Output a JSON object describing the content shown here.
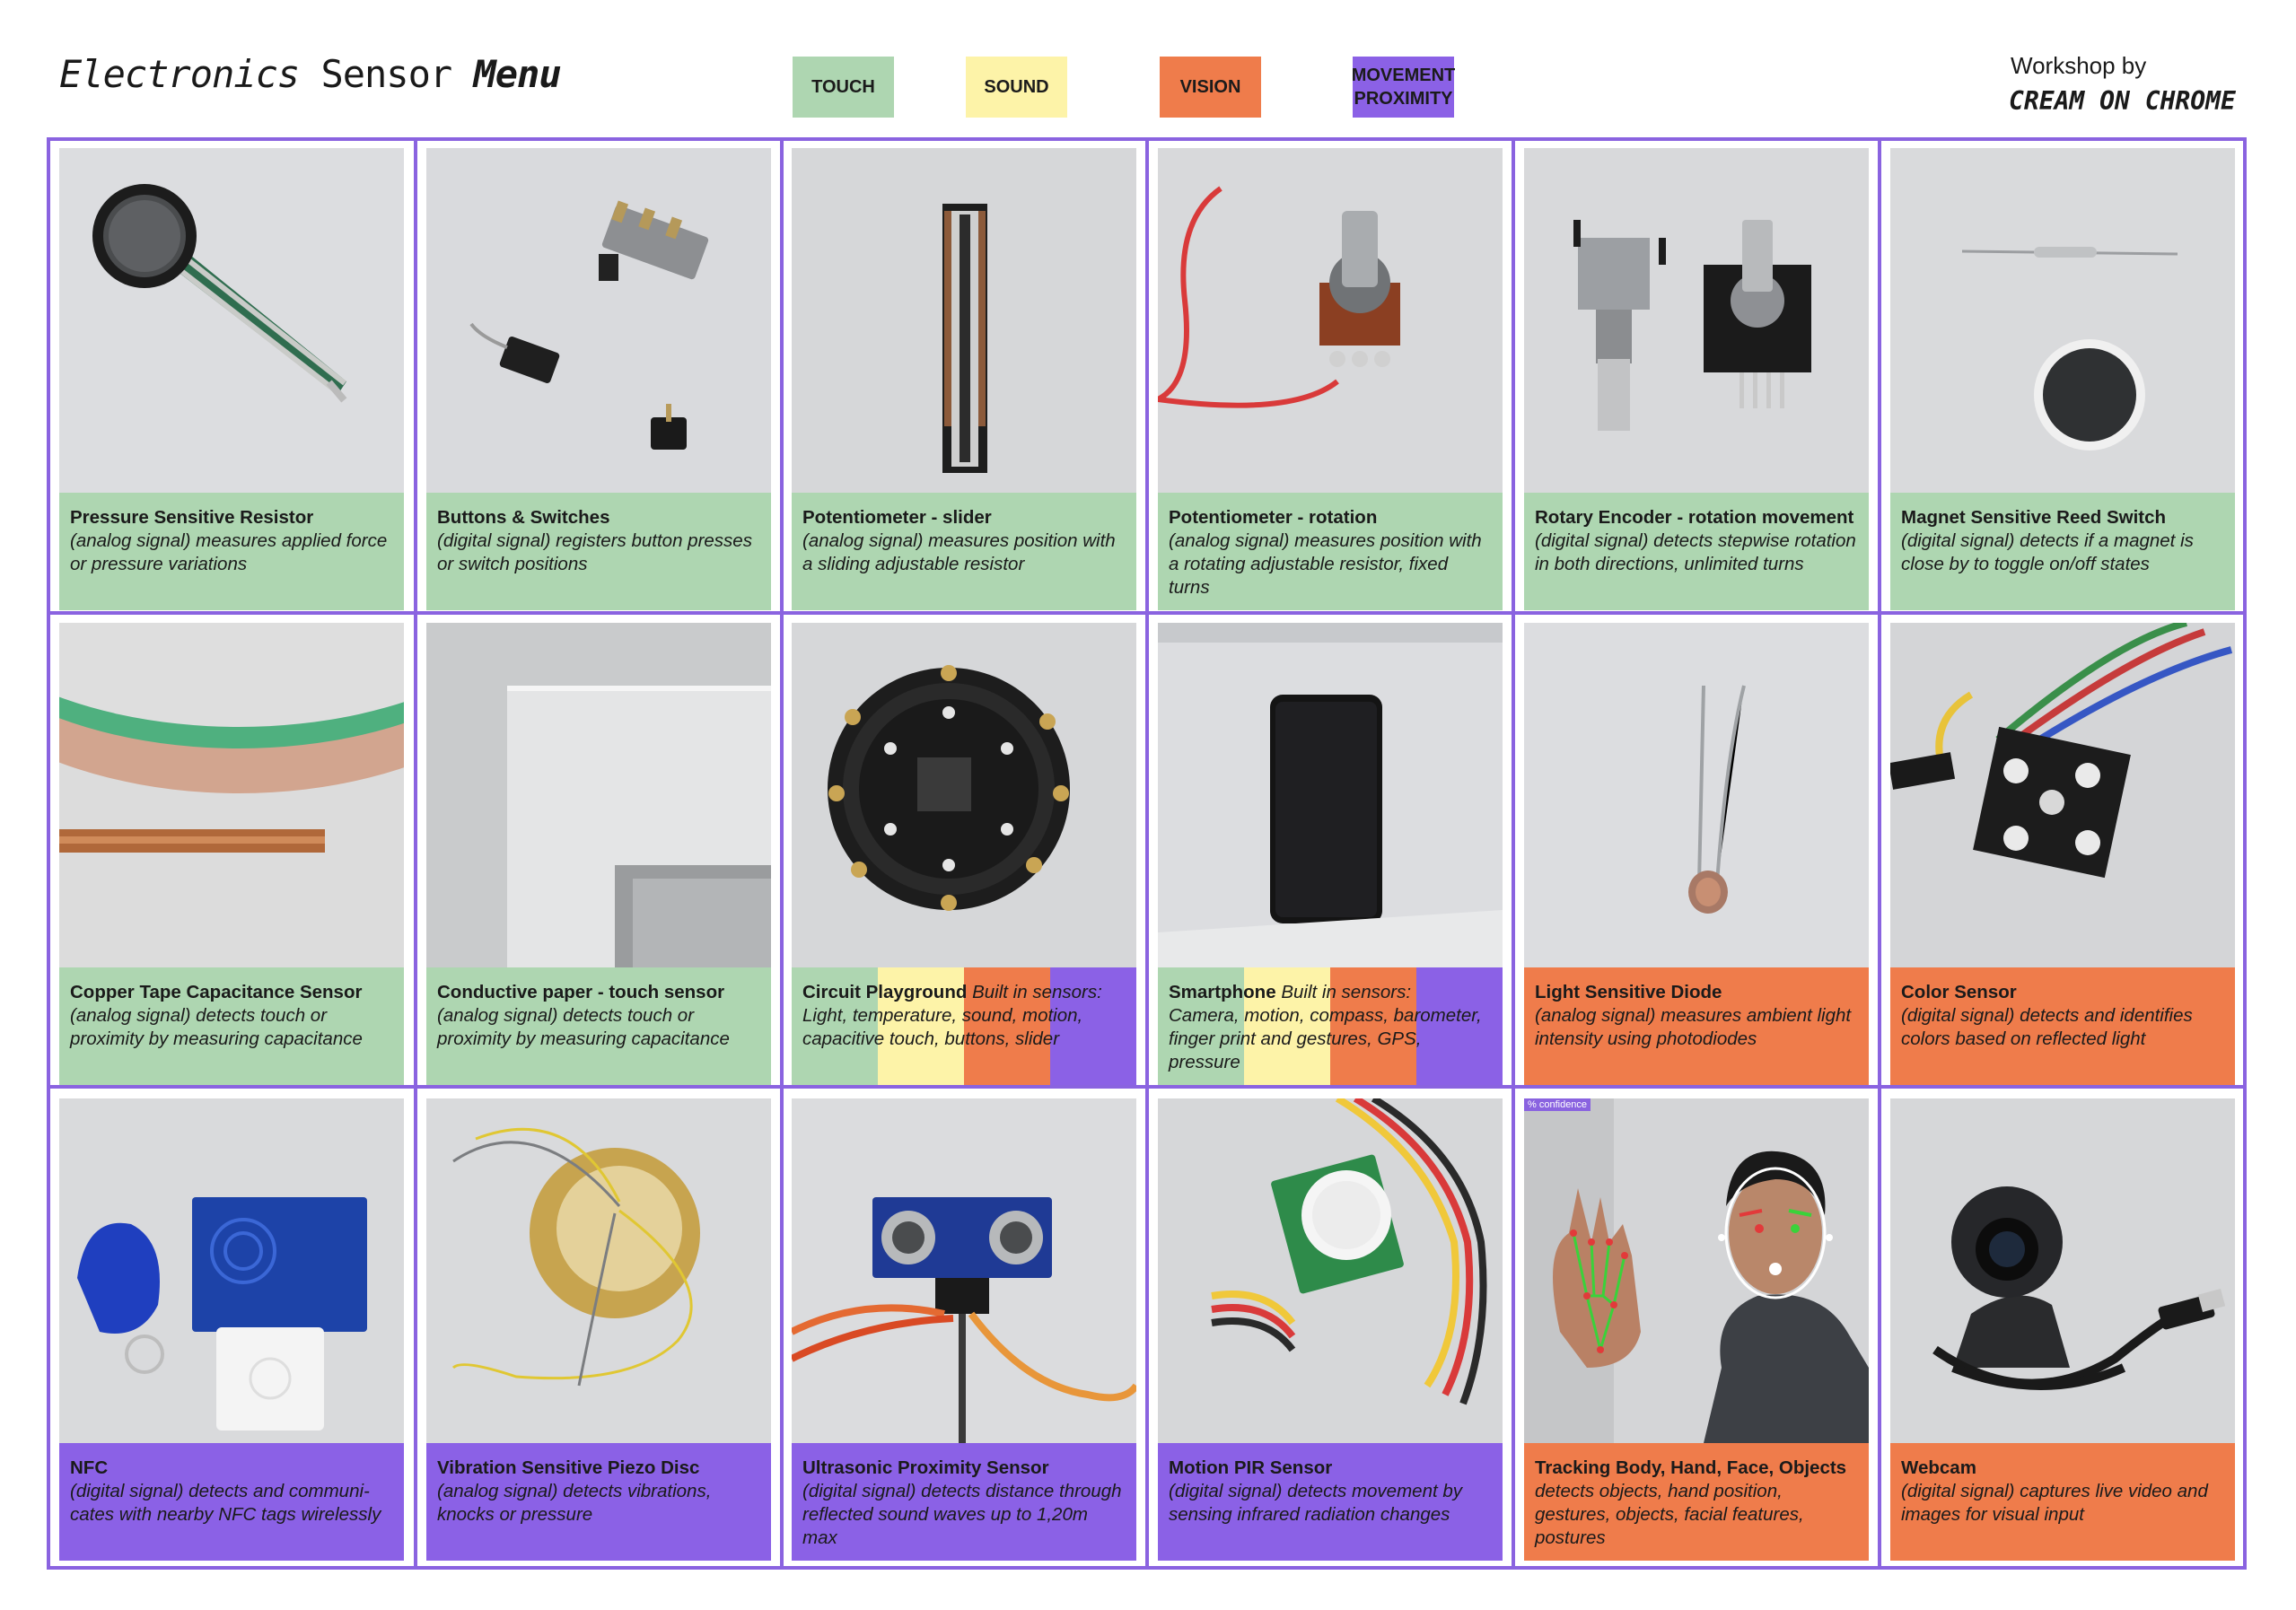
{
  "header": {
    "title_part1": "Electronics",
    "title_part2": "Sensor",
    "title_part3": "Menu",
    "credit_line1": "Workshop by",
    "credit_line2": "CREAM ON CHROME"
  },
  "legend": [
    {
      "label": "TOUCH",
      "color": "#aed6b1"
    },
    {
      "label": "SOUND",
      "color": "#fdf3a8"
    },
    {
      "label": "VISION",
      "color": "#ef7c4b"
    },
    {
      "label": "MOVEMENT\nPROXIMITY",
      "color": "#8b61e6"
    }
  ],
  "colors": {
    "touch": "#aed6b1",
    "sound": "#fdf3a8",
    "vision": "#ef7c4b",
    "movement": "#8b61e6",
    "grid": "#8a63e0"
  },
  "cards": [
    {
      "title": "Pressure Sensitive Resistor",
      "description": "(analog signal) measures applied force or pressure variations",
      "category": "touch",
      "icon": "fsr-sensor"
    },
    {
      "title": "Buttons & Switches",
      "description": "(digital signal) registers button presses or switch positions",
      "category": "touch",
      "icon": "switches"
    },
    {
      "title": "Potentiometer - slider",
      "description": "(analog signal) measures position with a sliding adjustable resistor",
      "category": "touch",
      "icon": "slide-pot"
    },
    {
      "title": "Potentiometer - rotation",
      "description": "(analog signal) measures position with a rotating adjustable resistor, fixed turns",
      "category": "touch",
      "icon": "rotary-pot"
    },
    {
      "title": "Rotary Encoder - rotation movement",
      "description": "(digital signal) detects stepwise rotation in both directions, unlimited turns",
      "category": "touch",
      "icon": "rotary-encoder"
    },
    {
      "title": "Magnet Sensitive Reed Switch",
      "description": "(digital signal) detects if a magnet is close by to toggle on/off states",
      "category": "touch",
      "icon": "reed-switch"
    },
    {
      "title": "Copper Tape Capacitance Sensor",
      "description": "(analog signal) detects touch or proximity by measuring capacitance",
      "category": "touch",
      "icon": "copper-tape"
    },
    {
      "title": "Conductive paper - touch sensor",
      "description": "(analog signal) detects touch or proximity by measuring capacitance",
      "category": "touch",
      "icon": "conductive-paper"
    },
    {
      "title": "Circuit Playground",
      "title_suffix": "Built in sensors:",
      "description": "Light, temperature, sound, motion, capacitive touch, buttons, slider",
      "category": "multi",
      "icon": "circuit-playground"
    },
    {
      "title": "Smartphone",
      "title_suffix": "Built in sensors:",
      "description": "Camera, motion, compass, barometer, finger print and gestures, GPS, pressure",
      "category": "multi",
      "icon": "smartphone"
    },
    {
      "title": "Light Sensitive Diode",
      "description": "(analog signal) measures ambient light intensity using photodiodes",
      "category": "vision",
      "icon": "photoresistor"
    },
    {
      "title": "Color Sensor",
      "description": "(digital signal) detects and identifies colors based on reflected light",
      "category": "vision",
      "icon": "color-sensor"
    },
    {
      "title": "NFC",
      "description": "(digital signal) detects and communi-cates with nearby NFC tags wirelessly",
      "category": "movement",
      "icon": "nfc-reader"
    },
    {
      "title": "Vibration Sensitive Piezo Disc",
      "description": "(analog signal) detects vibrations, knocks or pressure",
      "category": "movement",
      "icon": "piezo-disc"
    },
    {
      "title": "Ultrasonic Proximity Sensor",
      "description": "(digital signal) detects distance through reflected sound waves up to 1,20m max",
      "category": "movement",
      "icon": "ultrasonic-sensor"
    },
    {
      "title": "Motion PIR Sensor",
      "description": "(digital signal) detects movement by sensing infrared radiation changes",
      "category": "movement",
      "icon": "pir-sensor"
    },
    {
      "title": "Tracking Body, Hand, Face, Objects",
      "description": "detects objects, hand position, gestures, objects, facial features, postures",
      "category": "vision",
      "icon": "tracking",
      "overlay_label": "% confidence"
    },
    {
      "title": "Webcam",
      "description": "(digital signal) captures live video and images for visual input",
      "category": "vision",
      "icon": "webcam"
    }
  ]
}
